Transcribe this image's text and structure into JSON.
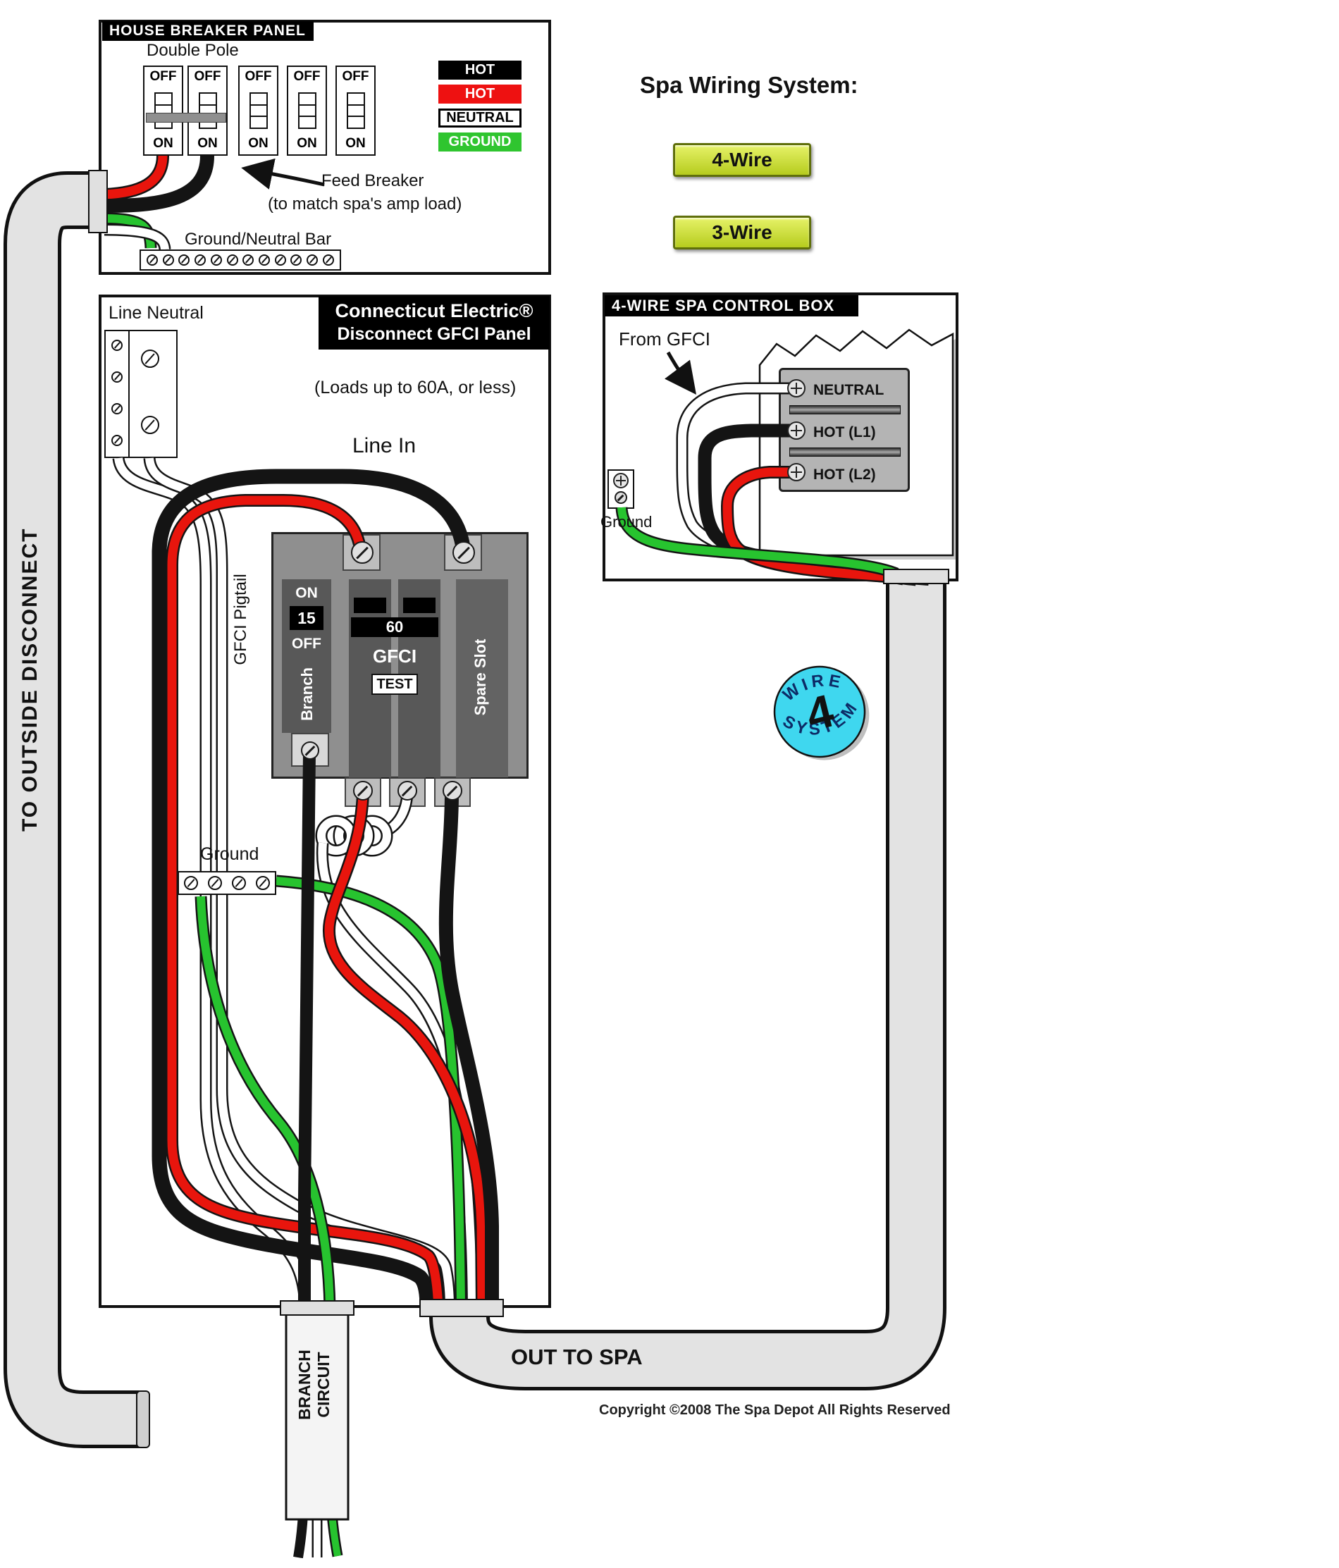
{
  "colors": {
    "hot_black": "#141414",
    "hot_red": "#e8150d",
    "neutral_white": "#ffffff",
    "ground_green": "#27c32f",
    "conduit_gray": "#e3e3e3",
    "badge_cyan": "#3fd7ef",
    "button_green": "#c3d82e"
  },
  "house_panel": {
    "title": "HOUSE BREAKER PANEL",
    "double_pole": "Double Pole",
    "breakers": [
      {
        "off": "OFF",
        "on": "ON"
      },
      {
        "off": "OFF",
        "on": "ON"
      },
      {
        "off": "OFF",
        "on": "ON"
      },
      {
        "off": "OFF",
        "on": "ON"
      },
      {
        "off": "OFF",
        "on": "ON"
      }
    ],
    "legend": [
      {
        "label": "HOT",
        "bg": "#000000",
        "fg": "#ffffff"
      },
      {
        "label": "HOT",
        "bg": "#ee1111",
        "fg": "#ffffff"
      },
      {
        "label": "NEUTRAL",
        "bg": "#ffffff",
        "fg": "#000000",
        "outlined": true
      },
      {
        "label": "GROUND",
        "bg": "#2fc52f",
        "fg": "#ffffff"
      }
    ],
    "feed_breaker": "Feed Breaker",
    "feed_breaker_note": "(to match spa's amp load)",
    "ground_neutral_bar": "Ground/Neutral Bar"
  },
  "spa_wiring": {
    "title": "Spa Wiring System:",
    "buttons": [
      {
        "label": "4-Wire"
      },
      {
        "label": "3-Wire"
      }
    ]
  },
  "gfci_panel": {
    "title_line1": "Connecticut Electric®",
    "title_line2": "Disconnect GFCI Panel",
    "line_neutral": "Line Neutral",
    "loads_note": "(Loads up to 60A, or less)",
    "line_in": "Line In",
    "pigtail": "GFCI Pigtail",
    "breaker": {
      "on": "ON",
      "amps_branch": "15",
      "off": "OFF",
      "branch": "Branch",
      "amps_main": "60",
      "gfci": "GFCI",
      "test": "TEST",
      "spare": "Spare Slot"
    },
    "ground": "Ground"
  },
  "control_box": {
    "title": "4-WIRE SPA CONTROL BOX",
    "from_gfci": "From GFCI",
    "terminals": [
      {
        "label": "NEUTRAL"
      },
      {
        "label": "HOT (L1)"
      },
      {
        "label": "HOT (L2)"
      }
    ],
    "ground": "Ground"
  },
  "routing": {
    "to_outside_disconnect": "TO OUTSIDE DISCONNECT",
    "branch_circuit_line1": "BRANCH",
    "branch_circuit_line2": "CIRCUIT",
    "out_to_spa": "OUT TO SPA"
  },
  "badge": {
    "top": "WIRE",
    "number": "4",
    "bottom": "SYSTEM"
  },
  "footer": {
    "copyright": "Copyright ©2008 The Spa Depot All Rights Reserved"
  }
}
